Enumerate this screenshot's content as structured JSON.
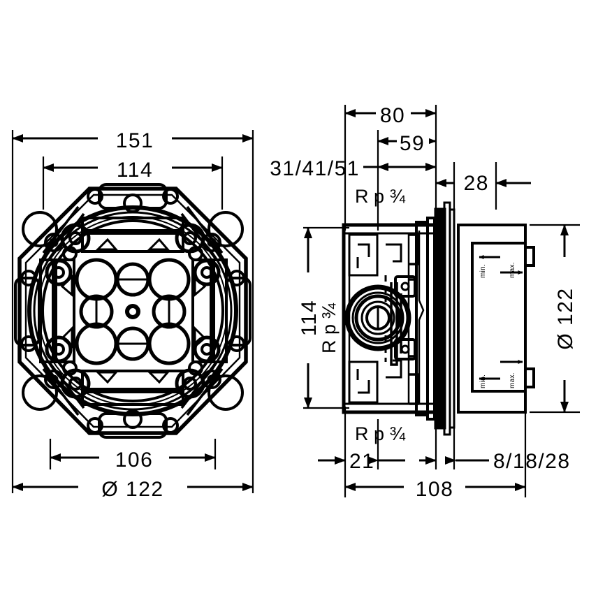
{
  "drawing": {
    "title": "Concealed installation body technical drawing",
    "background": "#ffffff",
    "line_color": "#000000",
    "views": [
      {
        "name": "front-view",
        "label": ""
      },
      {
        "name": "side-section-view",
        "label": ""
      }
    ]
  },
  "front_view": {
    "dimensions": {
      "overall_width": "151",
      "bolt_width": "114",
      "inner_width": "106",
      "diameter_symbol": "Ø",
      "diameter_value": "122",
      "diameter_label": "Ø  122"
    }
  },
  "side_view": {
    "dimensions": {
      "depth_total": "80",
      "depth_mid": "59",
      "depth_range": "31/41/51",
      "flange_offset": "28",
      "height_114": "114",
      "diameter_122": "Ø 122",
      "bottom_21": "21",
      "bottom_108": "108",
      "bottom_range": "8/18/28"
    },
    "thread_labels": {
      "top": "R p ¾",
      "left": "R p ¾",
      "bottom": "R p ¾"
    },
    "annotations": {
      "min_label": "min.",
      "max_label": "max."
    }
  },
  "icons": {
    "arrow_left": "arrow-left-icon",
    "arrow_right": "arrow-right-icon",
    "arrow_up": "arrow-up-icon",
    "arrow_down": "arrow-down-icon",
    "diameter": "diameter-symbol-icon"
  },
  "chart_data": {
    "type": "table",
    "title": "Concealed installation body – dimension table (mm)",
    "categories": [
      "151",
      "114",
      "106",
      "Ø 122",
      "80",
      "59",
      "31/41/51",
      "28",
      "114",
      "Ø 122",
      "21",
      "108",
      "8/18/28"
    ],
    "values": [
      151,
      114,
      106,
      122,
      80,
      59,
      51,
      28,
      114,
      122,
      21,
      108,
      28
    ]
  }
}
